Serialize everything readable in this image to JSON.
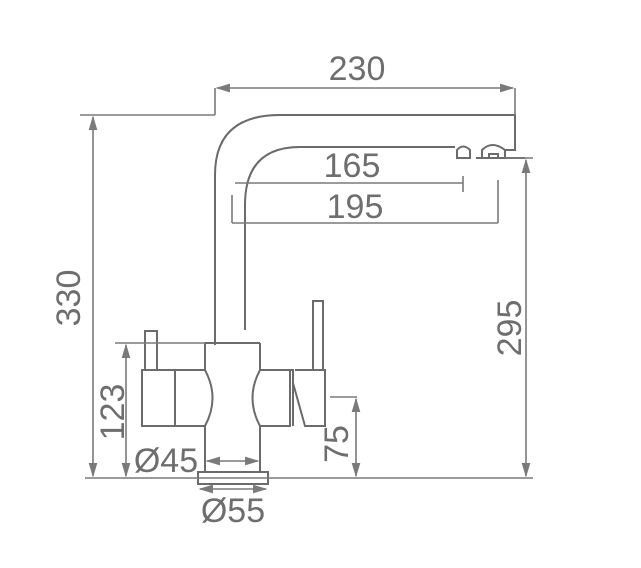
{
  "drawing": {
    "title": "Three-way kitchen faucet technical dimension drawing",
    "units": "mm",
    "line_color": "#6b6b6b",
    "background": "#ffffff"
  },
  "dimensions": {
    "spout_reach_total": "230",
    "spout_reach_inner": "165",
    "spout_reach_outer": "195",
    "overall_height": "330",
    "spout_outlet_height": "295",
    "body_height": "123",
    "lever_height": "75",
    "body_diameter": "Ø45",
    "base_diameter": "Ø55"
  }
}
